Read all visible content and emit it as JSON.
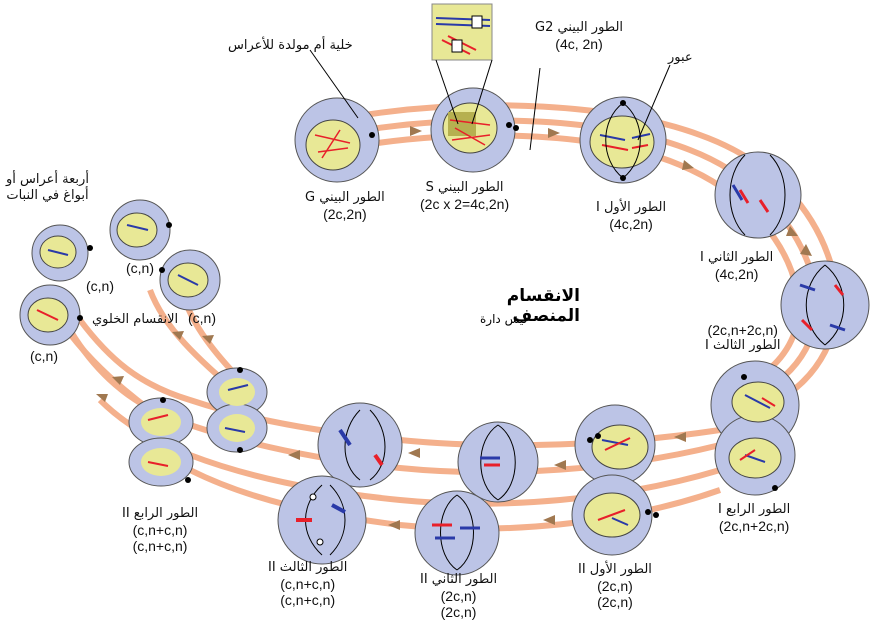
{
  "center": {
    "title": "الانقسام المنصف",
    "subtitle": "ليس دارة"
  },
  "stages": [
    {
      "id": "g-interphase",
      "name": "الطور البيني G",
      "formula": "(2c,2n)"
    },
    {
      "id": "s-interphase",
      "name": "الطور البيني S",
      "formula": "(2c x 2=4c,2n)"
    },
    {
      "id": "g2-interphase",
      "name": "الطور البيني G2",
      "formula": "(4c, 2n)"
    },
    {
      "id": "prophase-1",
      "name": "الطور الأول I",
      "formula": "(4c,2n)"
    },
    {
      "id": "metaphase-1",
      "name": "الطور الثاني I",
      "formula": "(4c,2n)"
    },
    {
      "id": "anaphase-1",
      "name": "الطور الثالث I",
      "formula": "(2c,n+2c,n)"
    },
    {
      "id": "telophase-1",
      "name": "الطور الرابع I",
      "formula": "(2c,n+2c,n)"
    },
    {
      "id": "prophase-2",
      "name": "الطور الأول II",
      "formula": "(2c,n)",
      "formula2": "(2c,n)"
    },
    {
      "id": "metaphase-2",
      "name": "الطور الثاني II",
      "formula": "(2c,n)",
      "formula2": "(2c,n)"
    },
    {
      "id": "anaphase-2",
      "name": "الطور الثالث II",
      "formula": "(c,n+c,n)",
      "formula2": "(c,n+c,n)"
    },
    {
      "id": "telophase-2",
      "name": "الطور الرابع II",
      "formula": "(c,n+c,n)",
      "formula2": "(c,n+c,n)"
    }
  ],
  "labels": {
    "mother_cell": "خلية أم مولدة للأعراس",
    "crossing_over": "عبور",
    "cytokinesis": "الانقسام الخلوي",
    "gametes_line1": "أربعة أعراس أو",
    "gametes_line2": "أبواغ في النبات",
    "gamete_formula": "(c,n)"
  },
  "colors": {
    "cell_fill": "#bcc4e6",
    "nucleus_fill": "#e8e896",
    "track": "#f4b08c",
    "arrow": "#a07850",
    "chrom_red": "#e8202a",
    "chrom_blue": "#2a3aa8"
  }
}
